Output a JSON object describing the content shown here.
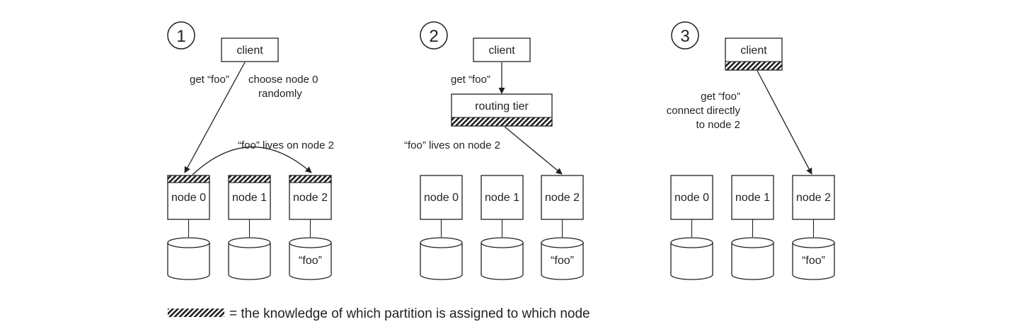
{
  "panels": [
    {
      "number": "1",
      "client_label": "client",
      "request_label": "get “foo”",
      "choose_label_line1": "choose node 0",
      "choose_label_line2": "randomly",
      "forward_label": "“foo” lives on node 2",
      "nodes": [
        "node 0",
        "node 1",
        "node 2"
      ],
      "disks": [
        "",
        "",
        "“foo”"
      ]
    },
    {
      "number": "2",
      "client_label": "client",
      "request_label": "get “foo”",
      "routing_label": "routing tier",
      "forward_label": "“foo” lives on node 2",
      "nodes": [
        "node 0",
        "node 1",
        "node 2"
      ],
      "disks": [
        "",
        "",
        "“foo”"
      ]
    },
    {
      "number": "3",
      "client_label": "client",
      "request_line1": "get “foo”",
      "request_line2": "connect directly",
      "request_line3": "to node 2",
      "nodes": [
        "node 0",
        "node 1",
        "node 2"
      ],
      "disks": [
        "",
        "",
        "“foo”"
      ]
    }
  ],
  "legend": {
    "text": "= the knowledge of which partition is assigned to which node"
  },
  "colors": {
    "ink": "#231f20"
  }
}
